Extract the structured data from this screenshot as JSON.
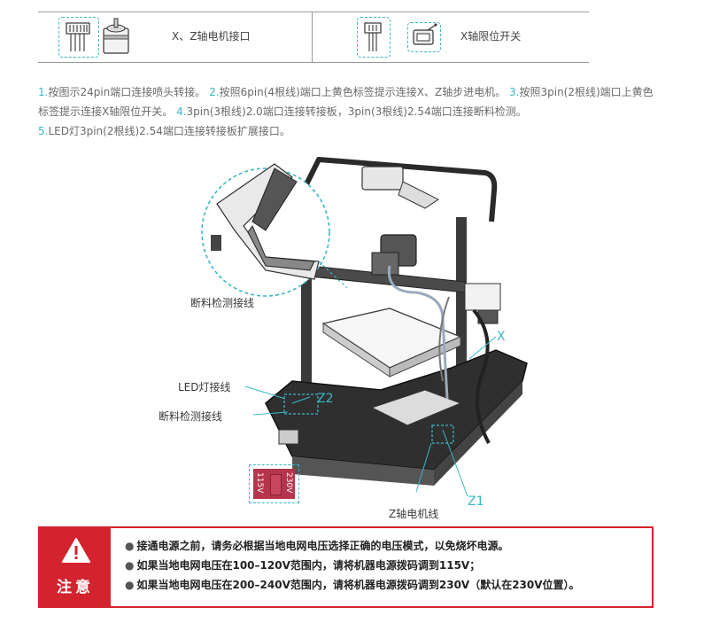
{
  "legend": {
    "cell1_text": "X、Z轴电机接口",
    "cell2_text": "X轴限位开关"
  },
  "steps": {
    "s1_num": "1.",
    "s1_text": "按图示24pin端口连接喷头转接。",
    "s2_num": "2.",
    "s2_text": "按照6pin(4根线)端口上黄色标签提示连接X、Z轴步进电机。",
    "s3_num": "3.",
    "s3_text": "按照3pin(2根线)端口上黄色标签提示连接X轴限位开关。",
    "s4_num": "4.",
    "s4_text": "3pin(3根线)2.0端口连接转接板，3pin(3根线)2.54端口连接断料检测。",
    "s5_num": "5.",
    "s5_text": "LED灯3pin(2根线)2.54端口连接转接板扩展接口。"
  },
  "callouts": {
    "filament_top": "断料检测接线",
    "led": "LED灯接线",
    "filament_bottom": "断料检测接线",
    "x": "X",
    "z2": "Z2",
    "z1": "Z1",
    "z_motor": "Z轴电机线"
  },
  "voltage": {
    "left": "115V",
    "right": "230V"
  },
  "warning": {
    "title": "注意",
    "line1": "接通电源之前，请务必根据当地电网电压选择正确的电压模式，以免烧坏电源。",
    "line2": "如果当地电网电压在100–120V范围内，请将机器电源拨码调到115V；",
    "line3": "如果当地电网电压在200–240V范围内，请将机器电源拨码调到230V（默认在230V位置）。",
    "bullet": "●"
  },
  "colors": {
    "accent": "#39b8c8",
    "warning": "#d3232e",
    "switch": "#b5354c"
  }
}
